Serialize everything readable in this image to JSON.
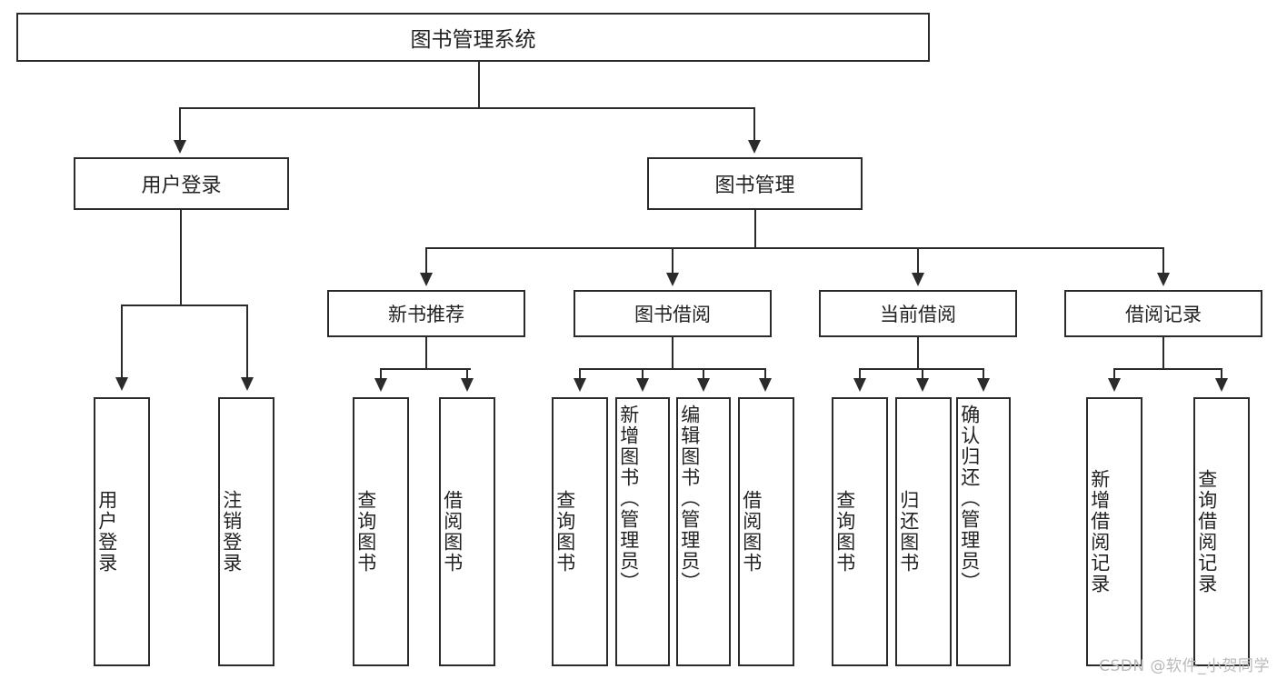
{
  "diagram": {
    "title": "图书管理系统",
    "type": "tree-hierarchy-diagram",
    "root": {
      "label": "图书管理系统"
    },
    "level2": [
      {
        "label": "用户登录"
      },
      {
        "label": "图书管理"
      }
    ],
    "level3": [
      {
        "label": "新书推荐"
      },
      {
        "label": "图书借阅"
      },
      {
        "label": "当前借阅"
      },
      {
        "label": "借阅记录"
      }
    ],
    "leaves": {
      "user_login": [
        {
          "label": "用户登录"
        },
        {
          "label": "注销登录"
        }
      ],
      "new_book_recommend": [
        {
          "label": "查询图书"
        },
        {
          "label": "借阅图书"
        }
      ],
      "book_borrow": [
        {
          "label": "查询图书"
        },
        {
          "label": "新增图书（管理员）"
        },
        {
          "label": "编辑图书（管理员）"
        },
        {
          "label": "借阅图书"
        }
      ],
      "current_borrow": [
        {
          "label": "查询图书"
        },
        {
          "label": "归还图书"
        },
        {
          "label": "确认归还（管理员）"
        }
      ],
      "borrow_record": [
        {
          "label": "新增借阅记录"
        },
        {
          "label": "查询借阅记录"
        }
      ]
    }
  },
  "watermark": {
    "text": "CSDN @软件_小贺同学"
  },
  "colors": {
    "stroke": "#2b2b2b",
    "fill": "#ffffff",
    "text": "#222222",
    "watermark": "#b9b9b9"
  }
}
